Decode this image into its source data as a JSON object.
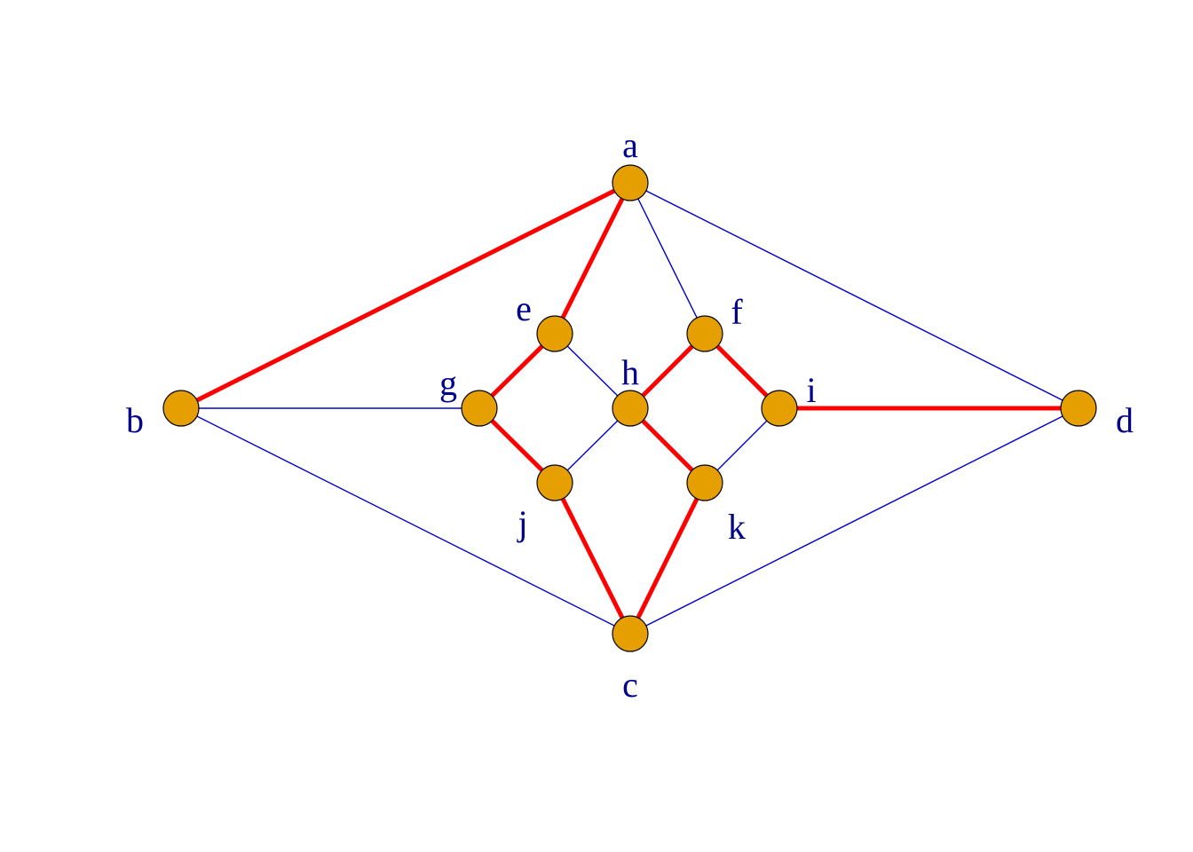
{
  "graph": {
    "colors": {
      "background": "#ffffff",
      "node_fill": "#E69F00",
      "node_stroke": "#000000",
      "label": "#00008B",
      "highlight_edge": "#FF0000",
      "normal_edge": "#0000CD"
    },
    "nodes": [
      {
        "id": "a",
        "label": "a"
      },
      {
        "id": "b",
        "label": "b"
      },
      {
        "id": "c",
        "label": "c"
      },
      {
        "id": "d",
        "label": "d"
      },
      {
        "id": "e",
        "label": "e"
      },
      {
        "id": "f",
        "label": "f"
      },
      {
        "id": "g",
        "label": "g"
      },
      {
        "id": "h",
        "label": "h"
      },
      {
        "id": "i",
        "label": "i"
      },
      {
        "id": "j",
        "label": "j"
      },
      {
        "id": "k",
        "label": "k"
      }
    ],
    "edges": [
      {
        "source": "a",
        "target": "b",
        "highlighted": true
      },
      {
        "source": "a",
        "target": "e",
        "highlighted": true
      },
      {
        "source": "a",
        "target": "f",
        "highlighted": false
      },
      {
        "source": "a",
        "target": "d",
        "highlighted": false
      },
      {
        "source": "b",
        "target": "g",
        "highlighted": false
      },
      {
        "source": "b",
        "target": "c",
        "highlighted": false
      },
      {
        "source": "e",
        "target": "g",
        "highlighted": true
      },
      {
        "source": "e",
        "target": "h",
        "highlighted": false
      },
      {
        "source": "f",
        "target": "h",
        "highlighted": true
      },
      {
        "source": "f",
        "target": "i",
        "highlighted": true
      },
      {
        "source": "g",
        "target": "j",
        "highlighted": true
      },
      {
        "source": "h",
        "target": "j",
        "highlighted": false
      },
      {
        "source": "h",
        "target": "k",
        "highlighted": true
      },
      {
        "source": "i",
        "target": "k",
        "highlighted": false
      },
      {
        "source": "i",
        "target": "d",
        "highlighted": true
      },
      {
        "source": "j",
        "target": "c",
        "highlighted": true
      },
      {
        "source": "k",
        "target": "c",
        "highlighted": true
      },
      {
        "source": "c",
        "target": "d",
        "highlighted": false
      }
    ]
  }
}
